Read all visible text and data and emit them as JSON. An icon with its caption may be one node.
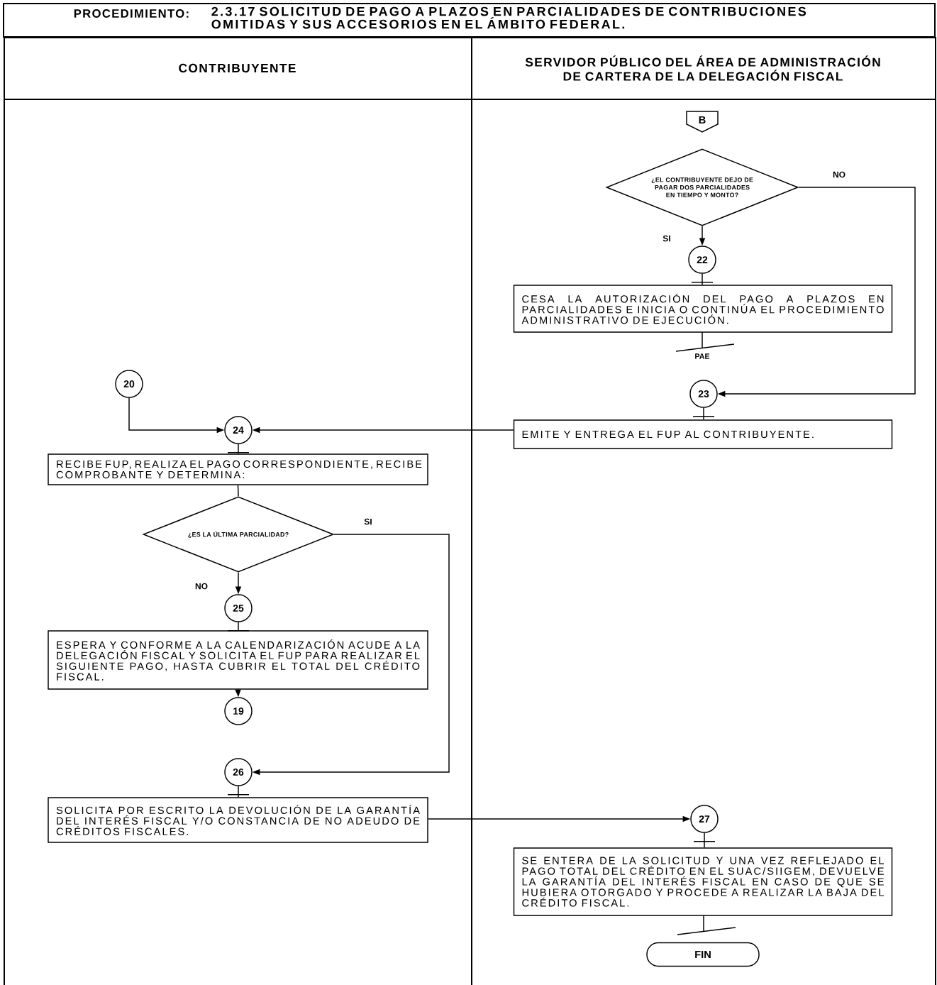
{
  "diagram": {
    "title": "2.3.17 SOLICITUD DE PAGO A PLAZOS EN PARCIALIDADES DE CONTRIBUCIONES OMITIDAS Y SUS ACCESORIOS EN EL ÁMBITO FEDERAL.",
    "nodes": [
      {
        "text": [
          "CONTRIBUYENTE"
        ]
      },
      {
        "text": [
          "SERVIDOR PÚBLICO DEL ÁREA DE ADMINISTRACIÓN DE CARTERA DE LA DELEGACIÓN FISCAL"
        ]
      },
      {
        "text": [
          "B"
        ],
        "in": 1
      },
      {
        "text": [
          "¿EL CONTRIBUYENTE DEJO DE PAGAR DOS PARCIALIDADES EN TIEMPO Y MONTO?"
        ],
        "in": 1
      },
      {
        "text": [
          "22"
        ],
        "in": 1
      },
      {
        "text": [
          "CESA LA AUTORIZACIÓN DEL PAGO A PLAZOS EN PARCIALIDADES E INICIA O CONTINÚA EL PROCEDIMIENTO ADMINISTRATIVO DE EJECUCIÓN."
        ],
        "in": 1
      },
      {
        "text": [
          "20"
        ],
        "in": 0
      },
      {
        "text": [
          "23"
        ],
        "in": 1
      },
      {
        "text": [
          "EMITE Y ENTREGA EL FUP AL CONTRIBUYENTE."
        ],
        "in": 1
      },
      {
        "text": [
          "24"
        ],
        "in": 0
      },
      {
        "text": [
          "RECIBE FUP, REALIZA EL PAGO CORRESPONDIENTE, RECIBE COMPROBANTE Y DETERMINA:"
        ],
        "in": 0
      },
      {
        "text": [
          "¿ES LA ÚLTIMA PARCIALIDAD?"
        ],
        "in": 0
      },
      {
        "text": [
          "25"
        ],
        "in": 0
      },
      {
        "text": [
          "ESPERA Y CONFORME A LA CALENDARIZACIÓN ACUDE A LA DELEGACIÓN FISCAL Y SOLICITA EL FUP PARA REALIZAR EL SIGUIENTE PAGO, HASTA CUBRIR EL TOTAL DEL CRÉDITO FISCAL."
        ],
        "in": 0
      },
      {
        "text": [
          "19"
        ],
        "in": 0
      },
      {
        "text": [
          "26"
        ],
        "in": 0
      },
      {
        "text": [
          "SOLICITA POR ESCRITO LA DEVOLUCIÓN DE LA GARANTÍA DEL INTERÉS FISCAL Y/O CONSTANCIA DE NO ADEUDO DE CRÉDITOS FISCALES."
        ],
        "in": 0
      },
      {
        "text": [
          "27"
        ],
        "in": 1
      },
      {
        "text": [
          "SE ENTERA DE LA SOLICITUD Y UNA VEZ REFLEJADO EL PAGO TOTAL DEL CRÉDITO EN EL SUAC/SIIGEM, DEVUELVE LA GARANTÍA DEL INTERÉS FISCAL EN CASO DE QUE SE HUBIERA OTORGADO Y PROCEDE A REALIZAR LA BAJA DEL CRÉDITO FISCAL."
        ],
        "in": 1
      },
      {
        "text": [
          "FIN"
        ],
        "in": 1
      }
    ],
    "edges": [
      {
        "from": 3,
        "to": 4,
        "arrow": "to",
        "label": "SI"
      },
      {
        "from": 3,
        "to": 7,
        "arrow": "to",
        "label": "NO"
      },
      {
        "from": 4,
        "to": 5,
        "arrow": "none"
      },
      {
        "from": 7,
        "to": 8,
        "arrow": "none"
      },
      {
        "from": 8,
        "to": 9,
        "arrow": "to"
      },
      {
        "from": 6,
        "to": 9,
        "arrow": "to"
      },
      {
        "from": 9,
        "to": 10,
        "arrow": "none"
      },
      {
        "from": 10,
        "to": 11,
        "arrow": "none"
      },
      {
        "from": 11,
        "to": 12,
        "arrow": "to",
        "label": "NO"
      },
      {
        "from": 11,
        "to": 15,
        "arrow": "to",
        "label": "SI"
      },
      {
        "from": 12,
        "to": 13,
        "arrow": "none"
      },
      {
        "from": 13,
        "to": 14,
        "arrow": "to"
      },
      {
        "from": 15,
        "to": 16,
        "arrow": "none"
      },
      {
        "from": 16,
        "to": 17,
        "arrow": "to"
      },
      {
        "from": 17,
        "to": 18,
        "arrow": "none"
      }
    ],
    "labels": [
      "PROCEDIMIENTO:",
      "PAE"
    ]
  }
}
